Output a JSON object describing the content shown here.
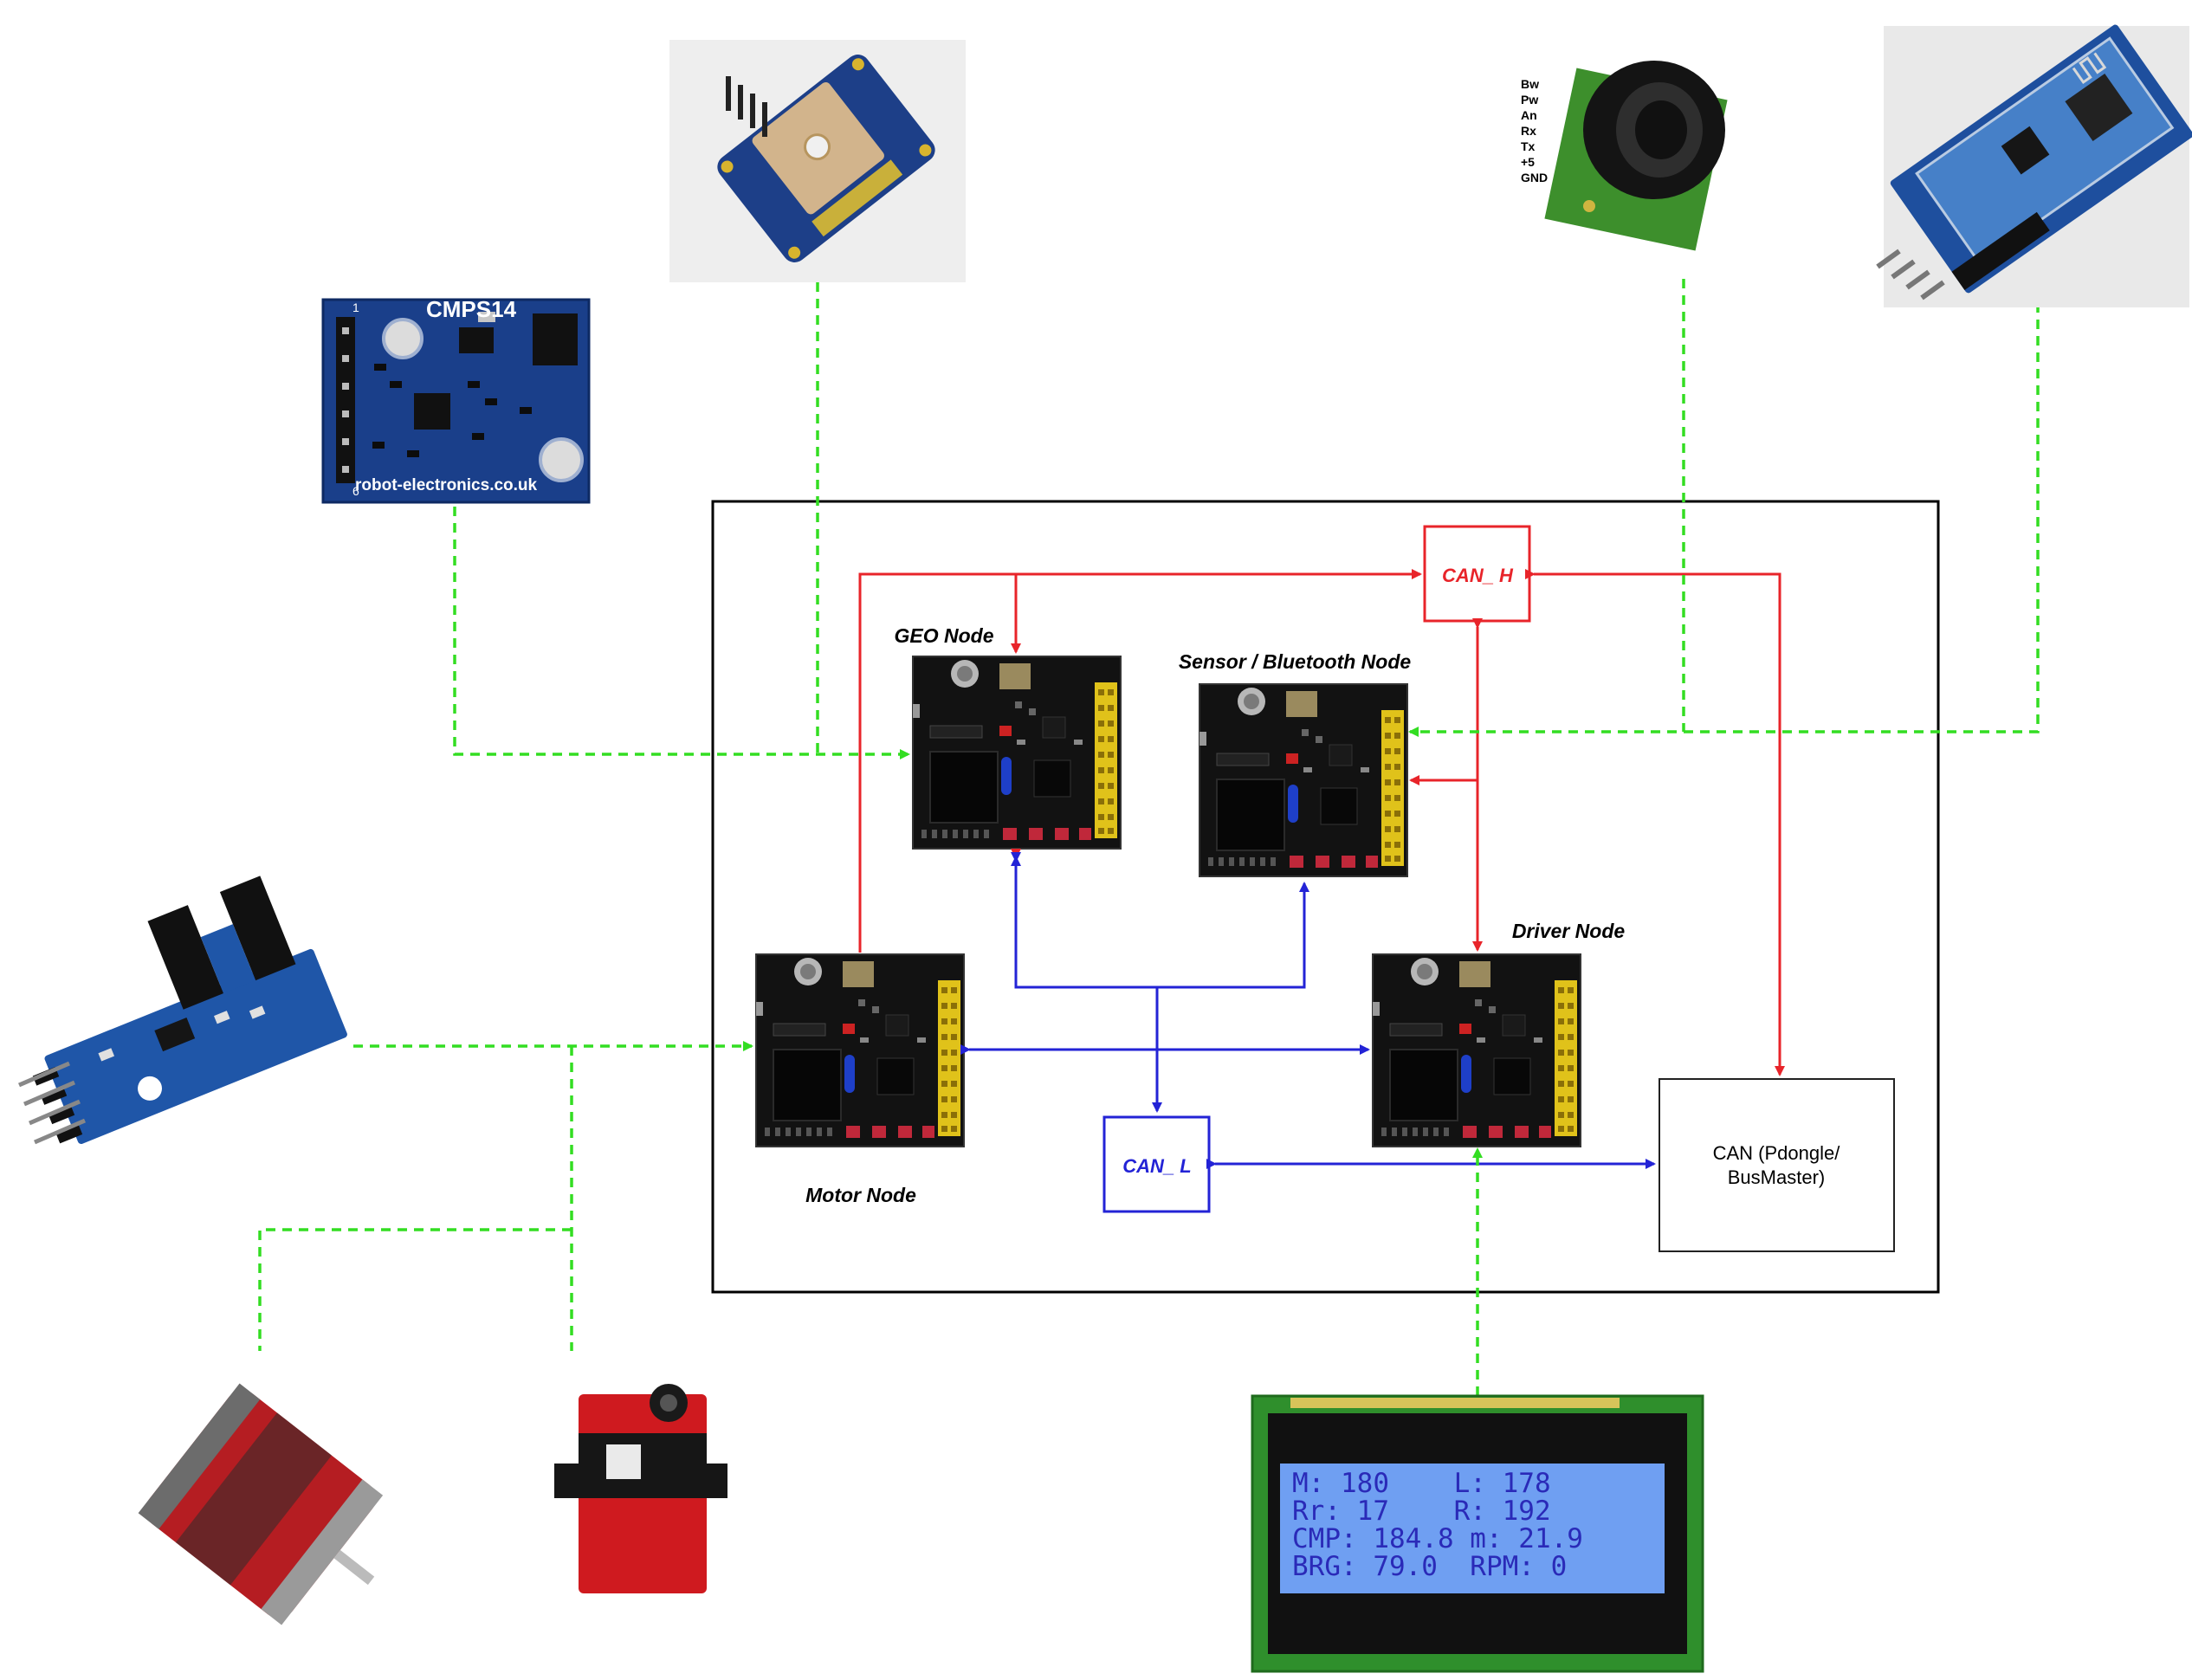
{
  "nodes": {
    "geo": "GEO Node",
    "sensor": "Sensor / Bluetooth Node",
    "driver": "Driver Node",
    "motor": "Motor Node"
  },
  "bus": {
    "can_h": "CAN_ H",
    "can_l": "CAN_ L",
    "dongle_line1": "CAN (Pdongle/",
    "dongle_line2": "BusMaster)"
  },
  "compass": {
    "model": "CMPS14",
    "site": "robot-electronics.co.uk",
    "pin_top": "1",
    "pin_bottom": "6"
  },
  "ultrasonic_pins": [
    "Bw",
    "Pw",
    "An",
    "Rx",
    "Tx",
    "+5",
    "GND"
  ],
  "lcd_lines": [
    "M: 180    L: 178",
    "Rr: 17    R: 192",
    "CMP: 184.8 m: 21.9",
    "BRG: 79.0  RPM: 0"
  ],
  "colors": {
    "power_bus": "#e8242a",
    "can_bus": "#2323d6",
    "peripheral_link": "#33dd22",
    "frame": "#000000"
  }
}
